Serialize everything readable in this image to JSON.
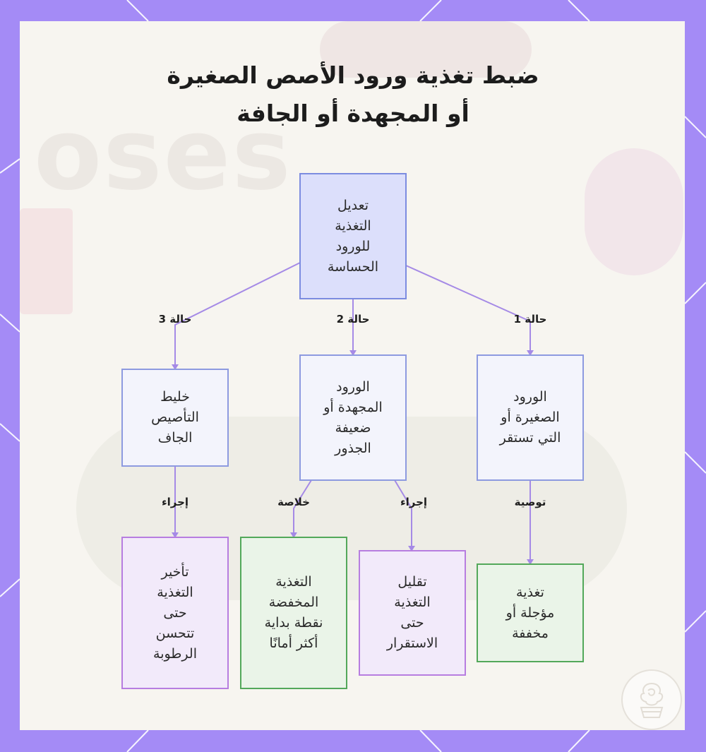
{
  "title": {
    "line1": "ضبط تغذية ورود الأصص الصغيرة",
    "line2": "أو المجهدة أو الجافة"
  },
  "background_word": "oses",
  "nodes": {
    "root": "تعديل\nالتغذية\nللورود\nالحساسة",
    "case1": "الورود\nالصغيرة أو\nالتي تستقر",
    "case2": "الورود\nالمجهدة أو\nضعيفة\nالجذور",
    "case3": "خليط\nالتأصيص\nالجاف",
    "res1": "تغذية\nمؤجلة أو\nمخففة",
    "res2a": "تقليل\nالتغذية\nحتى\nالاستقرار",
    "res2b": "التغذية\nالمخفضة\nنقطة بداية\nأكثر أمانًا",
    "res3": "تأخير\nالتغذية\nحتى\nتتحسن\nالرطوبة"
  },
  "edge_labels": {
    "case1": "حالة 1",
    "case2": "حالة 2",
    "case3": "حالة 3",
    "to_res1": "توصية",
    "to_res2a": "إجراء",
    "to_res2b": "خلاصة",
    "to_res3": "إجراء"
  },
  "colors": {
    "frame": "#a48bf6",
    "edge": "#a58ae6",
    "root_fill": "#dcdffb",
    "purple_border": "#b77de0",
    "green_border": "#53a85a"
  },
  "icons": [
    "rose-logo-icon"
  ]
}
